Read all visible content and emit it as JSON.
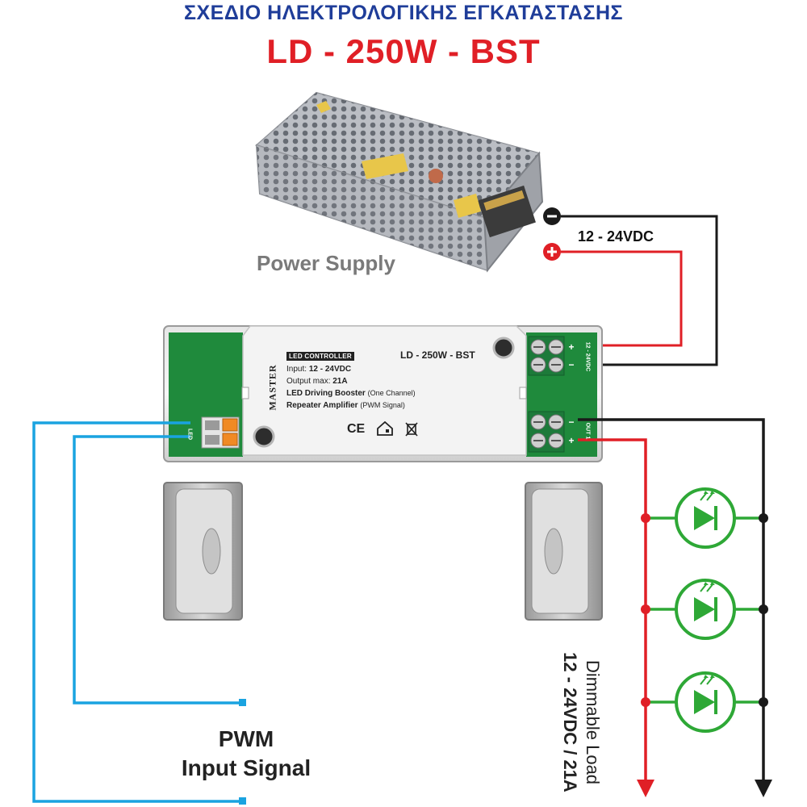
{
  "header": {
    "title_greek": "ΣΧΕΔΙΟ ΗΛΕΚΤΡΟΛΟΓΙΚΗΣ ΕΓΚΑΤΑΣΤΑΣΗΣ",
    "model": "LD - 250W - BST"
  },
  "power_supply": {
    "label": "Power Supply",
    "voltage": "12 - 24VDC"
  },
  "controller": {
    "brand": "MASTER",
    "panel_title": "LED CONTROLLER",
    "model": "LD - 250W - BST",
    "input_label": "Input:",
    "input_value": "12 - 24VDC",
    "output_label": "Output max:",
    "output_value": "21A",
    "line3_bold": "LED Driving Booster",
    "line3_note": "(One Channel)",
    "line4_bold": "Repeater Amplifier",
    "line4_note": "(PWM Signal)",
    "cert_marks": "CE",
    "input_terminal_text": "12 - 24VDC",
    "output_terminal_text": "OUT 1",
    "pwm_terminal_text": "LED"
  },
  "pwm": {
    "label_line1": "PWM",
    "label_line2": "Input Signal"
  },
  "load": {
    "line1": "Dimmable Load",
    "line2": "12 - 24VDC / 21A"
  },
  "colors": {
    "title_blue": "#1f3d99",
    "title_red": "#e01f26",
    "wire_red": "#e01f26",
    "wire_black": "#1a1a1a",
    "wire_blue": "#1aa3e0",
    "wire_green": "#2ea836",
    "led_green": "#2ea836",
    "terminal_green": "#1f8a3c",
    "label_gray": "#7a7a7a"
  },
  "icons": [
    "minus-terminal-icon",
    "plus-terminal-icon",
    "led-icon",
    "ce-mark-icon",
    "indoor-use-icon",
    "weee-bin-icon"
  ]
}
